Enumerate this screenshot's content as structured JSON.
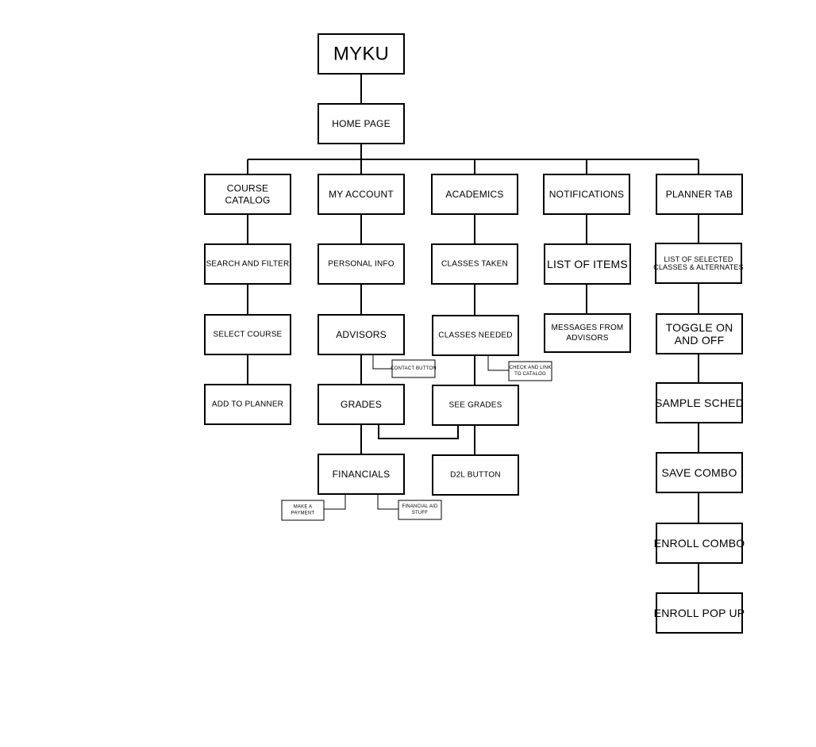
{
  "diagram": {
    "nodes": {
      "root": {
        "label": [
          "MYKU"
        ]
      },
      "home": {
        "label": [
          "HOME PAGE"
        ]
      },
      "course_catalog": {
        "label": [
          "COURSE",
          "CATALOG"
        ]
      },
      "my_account": {
        "label": [
          "MY ACCOUNT"
        ]
      },
      "academics": {
        "label": [
          "ACADEMICS"
        ]
      },
      "notifications": {
        "label": [
          "NOTIFICATIONS"
        ]
      },
      "planner_tab": {
        "label": [
          "PLANNER TAB"
        ]
      },
      "search_filter": {
        "label": [
          "SEARCH AND FILTER"
        ]
      },
      "select_course": {
        "label": [
          "SELECT COURSE"
        ]
      },
      "add_to_planner": {
        "label": [
          "ADD TO PLANNER"
        ]
      },
      "personal_info": {
        "label": [
          "PERSONAL INFO"
        ]
      },
      "advisors": {
        "label": [
          "ADVISORS"
        ]
      },
      "contact_button": {
        "label": [
          "CONTACT BUTTON"
        ]
      },
      "grades": {
        "label": [
          "GRADES"
        ]
      },
      "financials": {
        "label": [
          "FINANCIALS"
        ]
      },
      "make_payment": {
        "label": [
          "MAKE A",
          "PAYMENT"
        ]
      },
      "financial_aid": {
        "label": [
          "FINANCIAL AID",
          "STUFF"
        ]
      },
      "classes_taken": {
        "label": [
          "CLASSES TAKEN"
        ]
      },
      "classes_needed": {
        "label": [
          "CLASSES NEEDED"
        ]
      },
      "check_link": {
        "label": [
          "CHECK AND LINK",
          "TO CATALOG"
        ]
      },
      "see_grades": {
        "label": [
          "SEE GRADES"
        ]
      },
      "d2l_button": {
        "label": [
          "D2L BUTTON"
        ]
      },
      "list_items": {
        "label": [
          "LIST OF ITEMS"
        ]
      },
      "messages_advisors": {
        "label": [
          "MESSAGES FROM",
          "ADVISORS"
        ]
      },
      "selected_classes": {
        "label": [
          "LIST OF SELECTED",
          "CLASSES & ALTERNATES"
        ]
      },
      "toggle": {
        "label": [
          "TOGGLE ON",
          "AND OFF"
        ]
      },
      "sample_sched": {
        "label": [
          "SAMPLE SCHED"
        ]
      },
      "save_combo": {
        "label": [
          "SAVE COMBO"
        ]
      },
      "enroll_combo": {
        "label": [
          "ENROLL COMBO"
        ]
      },
      "enroll_popup": {
        "label": [
          "ENROLL POP UP"
        ]
      }
    }
  }
}
